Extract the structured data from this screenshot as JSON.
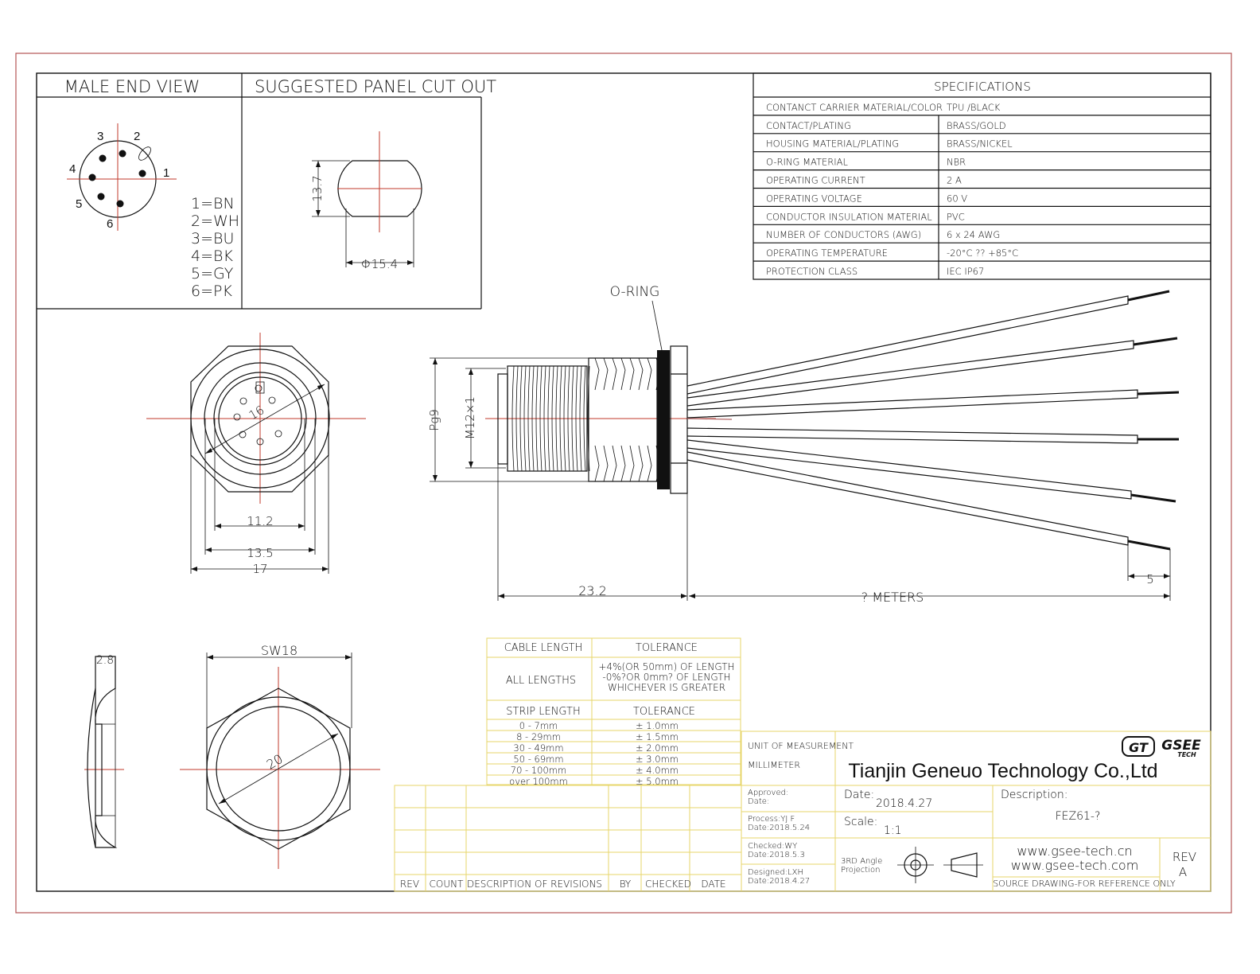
{
  "headers": {
    "male_end_view": "MALE END VIEW",
    "panel_cut_out": "SUGGESTED PANEL CUT OUT",
    "specifications": "SPECIFICATIONS"
  },
  "pin_numbers": [
    "1",
    "2",
    "3",
    "4",
    "5",
    "6"
  ],
  "pin_legend": [
    "1=BN",
    "2=WH",
    "3=BU",
    "4=BK",
    "5=GY",
    "6=PK"
  ],
  "panel_dims": {
    "height": "13.7",
    "diameter": "Φ15.4"
  },
  "specs": [
    {
      "label": "CONTANCT CARRIER MATERIAL/COLOR",
      "value": "TPU /BLACK"
    },
    {
      "label": "CONTACT/PLATING",
      "value": "BRASS/GOLD"
    },
    {
      "label": "HOUSING MATERIAL/PLATING",
      "value": "BRASS/NICKEL"
    },
    {
      "label": "O-RING MATERIAL",
      "value": "NBR"
    },
    {
      "label": "OPERATING CURRENT",
      "value": "2 A"
    },
    {
      "label": "OPERATING VOLTAGE",
      "value": "60 V"
    },
    {
      "label": "CONDUCTOR INSULATION MATERIAL",
      "value": "PVC"
    },
    {
      "label": "NUMBER OF CONDUCTORS (AWG)",
      "value": "6 x 24 AWG"
    },
    {
      "label": "OPERATING TEMPERATURE",
      "value": "-20°C ?? +85°C"
    },
    {
      "label": "PROTECTION CLASS",
      "value": "IEC  IP67"
    }
  ],
  "front_dims": {
    "d16": "16",
    "d11_2": "11.2",
    "d13_5": "13.5",
    "d17": "17"
  },
  "side_dims": {
    "oring": "O-RING",
    "pg9": "Pg9",
    "m12": "M12×1",
    "l23_2": "23.2",
    "meters": "? METERS",
    "strip": "5"
  },
  "nut_dims": {
    "t2_8": "2.8",
    "sw18": "SW18",
    "d20": "20"
  },
  "tolerance": {
    "h_cable": "CABLE LENGTH",
    "h_tol": "TOLERANCE",
    "all_lengths": "ALL LENGTHS",
    "all_tol": [
      "+4%(OR 50mm) OF LENGTH",
      "-0%?OR 0mm? OF LENGTH",
      "WHICHEVER  IS  GREATER"
    ],
    "h_strip": "STRIP LENGTH",
    "h_tol2": "TOLERANCE",
    "rows": [
      {
        "len": "0 - 7mm",
        "tol": "± 1.0mm"
      },
      {
        "len": "8 - 29mm",
        "tol": "± 1.5mm"
      },
      {
        "len": "30 - 49mm",
        "tol": "± 2.0mm"
      },
      {
        "len": "50 - 69mm",
        "tol": "± 3.0mm"
      },
      {
        "len": "70 - 100mm",
        "tol": "± 4.0mm"
      },
      {
        "len": "over 100mm",
        "tol": "± 5.0mm"
      }
    ]
  },
  "revisions_headers": [
    "REV",
    "COUNT",
    "DESCRIPTION  OF  REVISIONS",
    "BY",
    "CHECKED",
    "DATE"
  ],
  "title_block": {
    "unit_label": "UNIT OF MEASUREMENT",
    "unit_value": "MILLIMETER",
    "company": "Tianjin Geneuo Technology Co.,Ltd",
    "logo_gt": "GT",
    "logo_gsee": "GSEE",
    "logo_tech": "TECH",
    "approved": "Approved:",
    "approved_date": "Date:",
    "process": "Process:YJ F",
    "process_date": "Date:2018.5.24",
    "checked": "Checked:WY",
    "checked_date": "Date:2018.5.3",
    "designed": "Designed:LXH",
    "designed_date": "Date:2018.4.27",
    "date_label": "Date:",
    "date_value": "2018.4.27",
    "scale_label": "Scale:",
    "scale_value": "1:1",
    "projection": [
      "3RD Angle",
      "Projection"
    ],
    "description_label": "Description:",
    "description_value": "FEZ61-?",
    "url1": "www.gsee-tech.cn",
    "url2": "www.gsee-tech.com",
    "source_note": "SOURCE DRAWING-FOR REFERENCE ONLY",
    "rev_label": "REV",
    "rev_value": "A"
  },
  "colors": {
    "border": "#b55555",
    "centerline": "#c0392b",
    "tolerance_grid": "#e7d66a",
    "title_grid": "#e7d66a"
  }
}
